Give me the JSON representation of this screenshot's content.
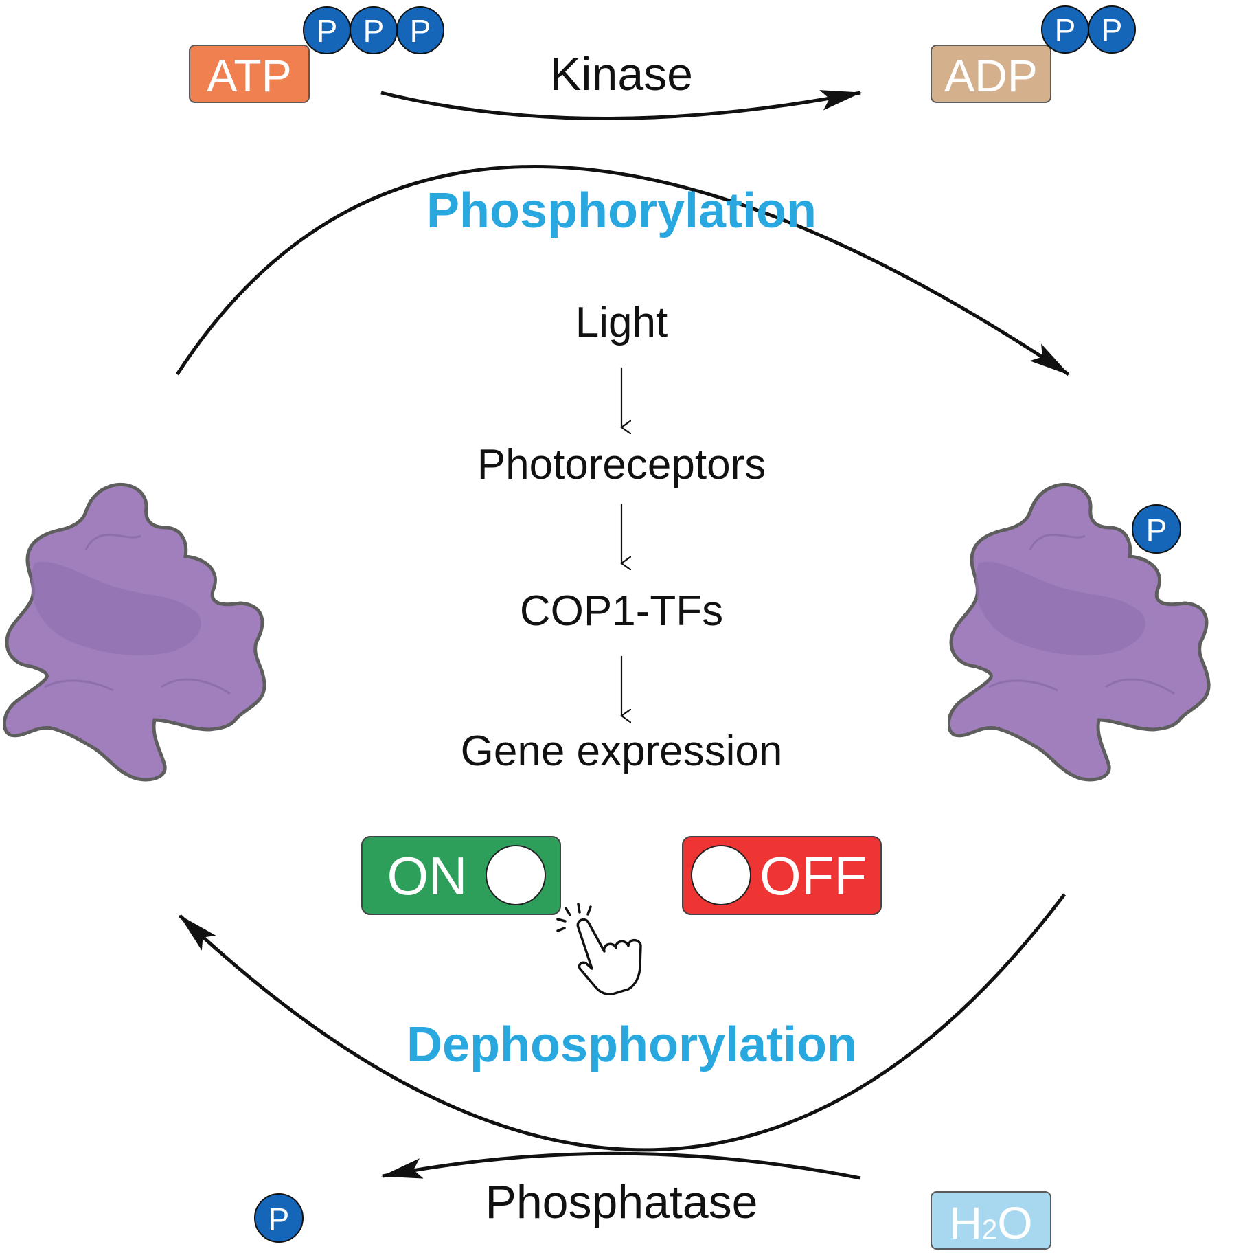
{
  "molecules": {
    "atp": "ATP",
    "adp": "ADP",
    "water_main": "H",
    "water_sub": "2",
    "water_end": "O",
    "phosphate": "P"
  },
  "enzymes": {
    "kinase": "Kinase",
    "phosphatase": "Phosphatase"
  },
  "processes": {
    "phosphorylation": "Phosphorylation",
    "dephosphorylation": "Dephosphorylation"
  },
  "pathway": {
    "steps": [
      "Light",
      "Photoreceptors",
      "COP1-TFs",
      "Gene expression"
    ]
  },
  "switches": {
    "on_label": "ON",
    "off_label": "OFF"
  },
  "colors": {
    "atp": "#F08050",
    "adp": "#D4B08C",
    "water": "#A8D8F0",
    "phosphate": "#1565B8",
    "process_title": "#29A8E0",
    "protein": "#A07FBC",
    "protein_shade": "#9272B0",
    "on_switch": "#2E9E5B",
    "off_switch": "#EF3434"
  },
  "icons": {
    "protein_left": "protein-blob-icon",
    "protein_right": "phosphorylated-protein-icon",
    "pointer": "hand-pointer-icon"
  }
}
